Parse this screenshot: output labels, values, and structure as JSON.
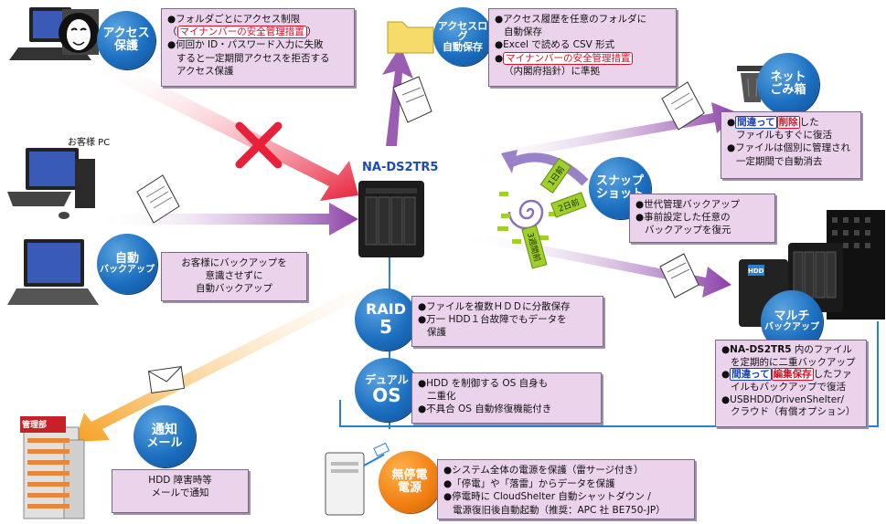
{
  "access_protection": {
    "title_line1": "アクセス",
    "title_line2": "保護",
    "line1": "●フォルダごとにアクセス制限",
    "line2_pre": "（",
    "line2_emph": "マイナンバーの安全管理措置",
    "line2_post": "）",
    "line3": "●何回か ID・パスワード入力に失敗",
    "line4": "すると一定期間アクセスを拒否する",
    "line5": "アクセス保護"
  },
  "access_log": {
    "title_line1": "アクセスログ",
    "title_line2": "自動保存",
    "line1": "●アクセス履歴を任意のフォルダに",
    "line2": "自動保存",
    "line3": "●Excel で読める CSV 形式",
    "line4_pre": "●",
    "line4_emph": "マイナンバーの安全管理措置",
    "line5": "（内閣府指針）に準拠"
  },
  "net_trash": {
    "title_line1": "ネット",
    "title_line2": "ごみ箱",
    "line1_pre": "●",
    "line1_emph1": "間違って",
    "line1_emph2": "削除",
    "line1_post": "した",
    "line2": "ファイルもすぐに復活",
    "line3": "●ファイルは個別に管理され",
    "line4": "一定期間で自動消去"
  },
  "customer_pc_label": "お客様 PC",
  "device_name": "NA-DS2TR5",
  "snapshot": {
    "title_line1": "スナップ",
    "title_line2": "ショット",
    "tag_1day": "1日前",
    "tag_2day": "2日前",
    "tag_3day": "3週間前",
    "line1": "●世代管理バックアップ",
    "line2": "●事前設定した任意の",
    "line3": "バックアップを復元"
  },
  "auto_backup": {
    "title_line1": "自動",
    "title_line2": "バックアップ",
    "line1": "お客様にバックアップを",
    "line2": "意識させずに",
    "line3": "自動バックアップ"
  },
  "raid": {
    "title_line1": "RAID",
    "title_line2": "5",
    "line1": "●ファイルを複数ＨＤＤに分散保存",
    "line2": "●万一 HDD１台故障でもデータを",
    "line3": "保護"
  },
  "dual_os": {
    "title_line1": "デュアル",
    "title_line2": "OS",
    "line1": "●HDD を制御する OS 自身も",
    "line2": "二重化",
    "line3": "●不具合 OS 自動修復機能付き"
  },
  "multi_backup": {
    "title_line1": "マルチ",
    "title_line2": "バックアップ",
    "line1_pre": "●",
    "line1_bold": "NA-DS2TR5",
    "line1_post": " 内のファイル",
    "line2": "を定期的に二重バックアップ",
    "line3_pre": "●",
    "line3_emph1": "間違って",
    "line3_emph2": "編集保存",
    "line3_post": "したファ",
    "line4": "イルもバックアップで復活",
    "line5": "●USBHDD/DrivenShelter/",
    "line6": "クラウド（有償オプション）"
  },
  "notify_mail": {
    "title_line1": "通知",
    "title_line2": "メール",
    "line1": "HDD 障害時等",
    "line2": "メールで通知"
  },
  "ups": {
    "title_line1": "無停電",
    "title_line2": "電源",
    "line1": "●システム全体の電源を保護（雷サージ付き）",
    "line2": "●「停電」や「落雷」からデータを保護",
    "line3": "●停電時に CloudShelter 自動シャットダウン /",
    "line4": "電源復旧後自動起動（推奨：APC 社 BE750-JP）"
  },
  "building_sign": "管理部",
  "hdd_label": "HDD",
  "colors": {
    "circle_blue": "#1c6fc0",
    "circle_orange": "#f07e12",
    "box_fill": "#ecd3ec",
    "arrow_purple": "#8a3fa6",
    "arrow_red": "#e8203a",
    "arrow_orange": "#f5a020",
    "line_blue": "#2a7fd0",
    "time_tag": "#9fcf2a"
  }
}
